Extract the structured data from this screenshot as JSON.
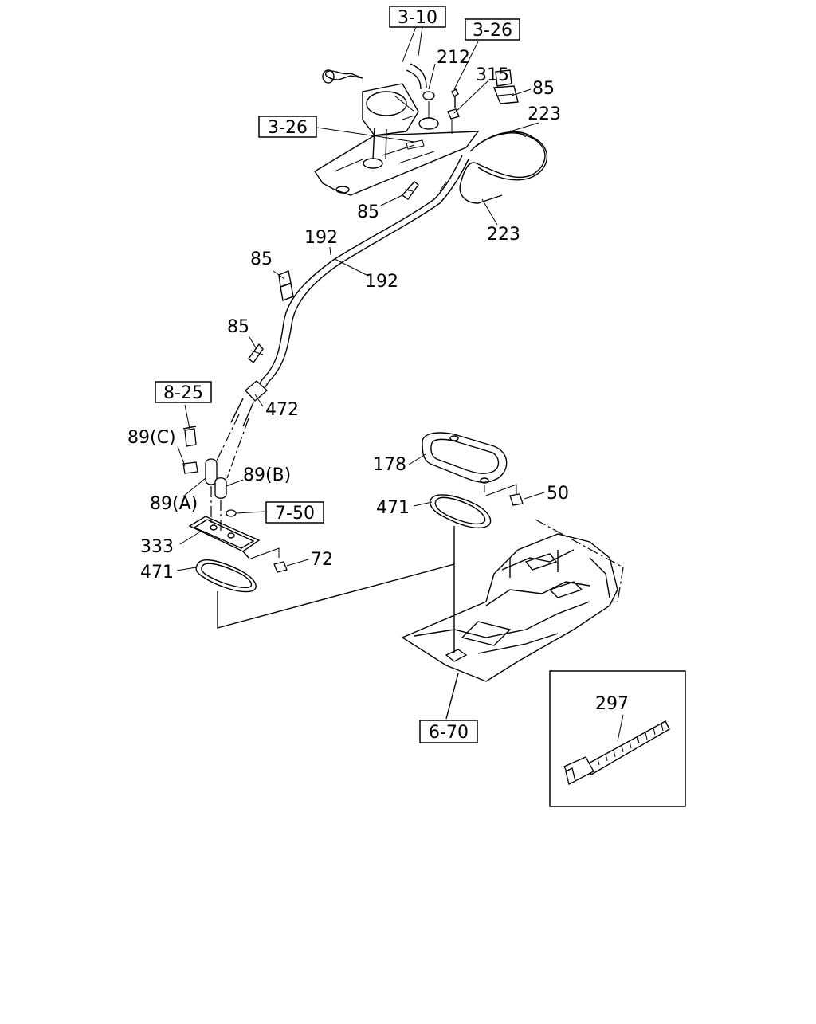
{
  "diagram": {
    "ref_boxes": {
      "ref_3_10": "3-10",
      "ref_3_26_top": "3-26",
      "ref_3_26_left": "3-26",
      "ref_8_25": "8-25",
      "ref_7_50": "7-50",
      "ref_6_70": "6-70"
    },
    "callouts": {
      "c212": "212",
      "c315": "315",
      "c85_top": "85",
      "c223_top": "223",
      "c223_bottom": "223",
      "c85_mid": "85",
      "c192_upper": "192",
      "c192_lower": "192",
      "c85_left1": "85",
      "c85_left2": "85",
      "c472": "472",
      "c89c": "89(C)",
      "c89b": "89(B)",
      "c89a": "89(A)",
      "c333": "333",
      "c471_left": "471",
      "c72": "72",
      "c178": "178",
      "c471_right": "471",
      "c50": "50",
      "c297": "297"
    }
  }
}
